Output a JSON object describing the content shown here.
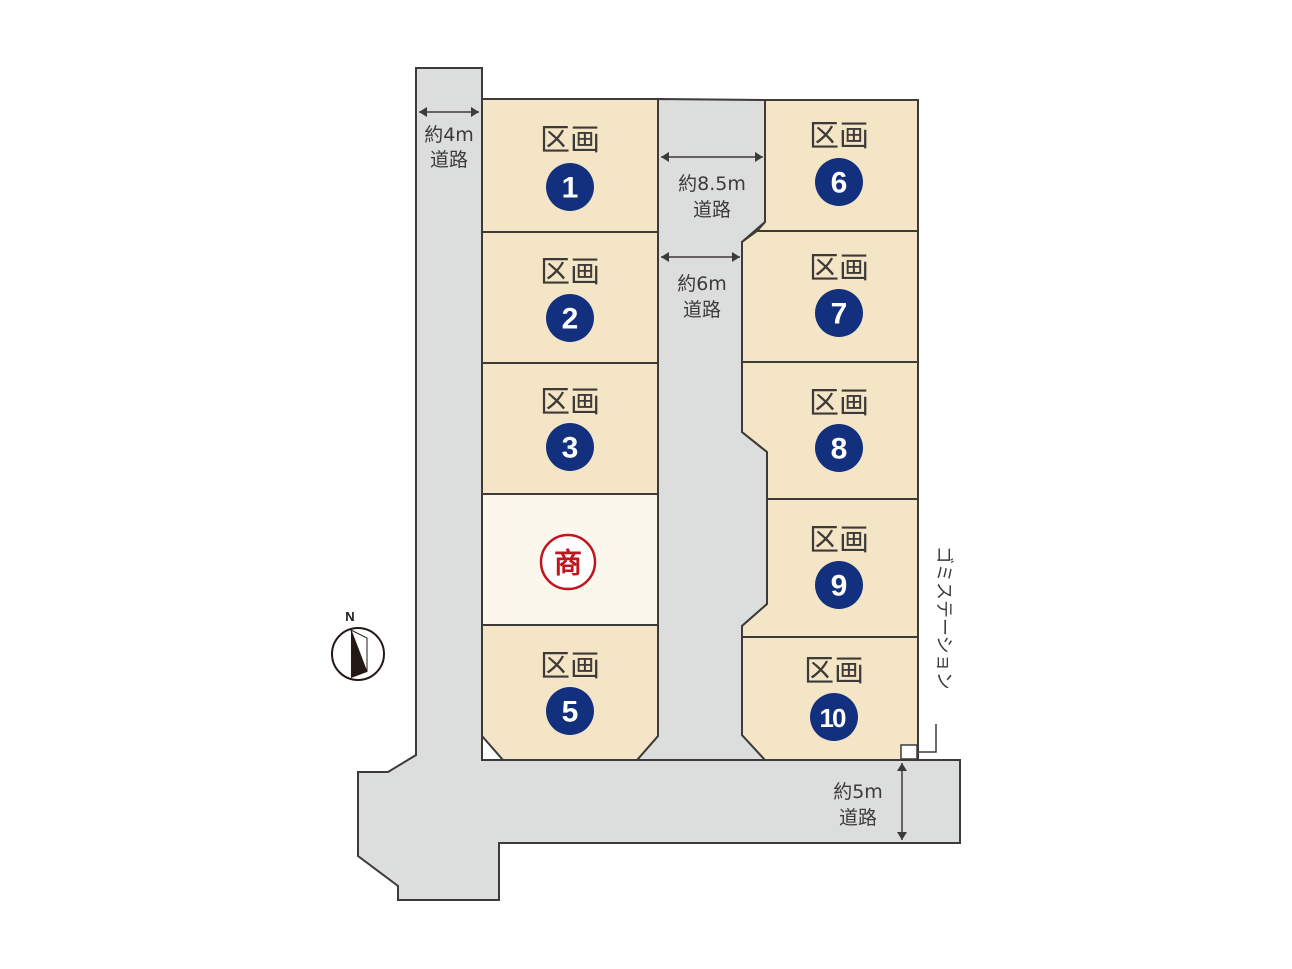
{
  "lots": [
    {
      "label": "区画",
      "number": "1"
    },
    {
      "label": "区画",
      "number": "2"
    },
    {
      "label": "区画",
      "number": "3"
    },
    {
      "label": "区画",
      "number": "5"
    },
    {
      "label": "区画",
      "number": "6"
    },
    {
      "label": "区画",
      "number": "7"
    },
    {
      "label": "区画",
      "number": "8"
    },
    {
      "label": "区画",
      "number": "9"
    },
    {
      "label": "区画",
      "number": "10"
    }
  ],
  "shop_lot": {
    "symbol": "商"
  },
  "roads": {
    "west": {
      "width": "約4m",
      "name": "道路"
    },
    "center_north": {
      "width": "約8.5m",
      "name": "道路"
    },
    "center_south": {
      "width": "約6m",
      "name": "道路"
    },
    "south": {
      "width": "約5m",
      "name": "道路"
    }
  },
  "garbage_station": {
    "label": "ゴミステーション"
  },
  "compass": {
    "north": "N"
  },
  "colors": {
    "road": "#dcdddd",
    "lot": "#f3e5c5",
    "shop_lot": "#fbf7ec",
    "lot_number_circle": "#12307e",
    "shop_symbol": "#c0171e"
  }
}
